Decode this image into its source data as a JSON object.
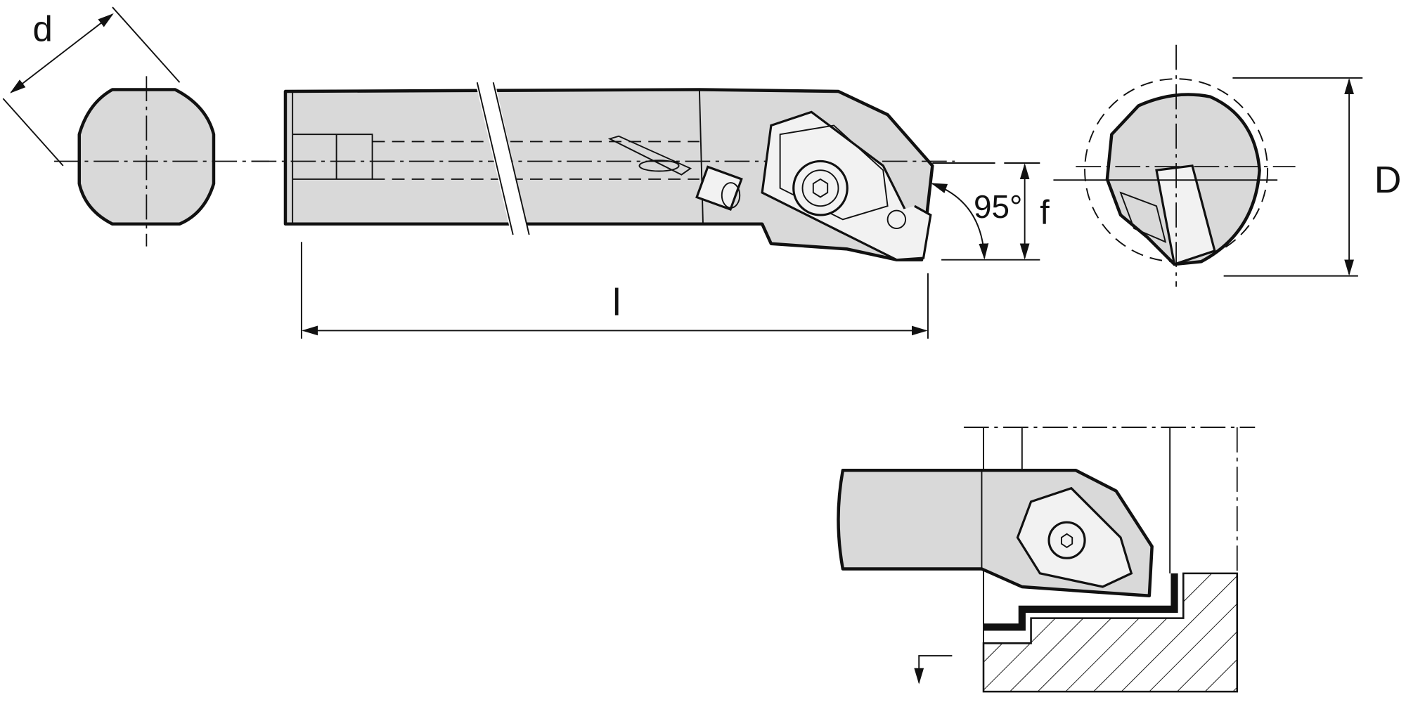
{
  "labels": {
    "diameter_small": "d",
    "angle": "95°",
    "offset": "f",
    "diameter_large": "D",
    "length": "l"
  }
}
